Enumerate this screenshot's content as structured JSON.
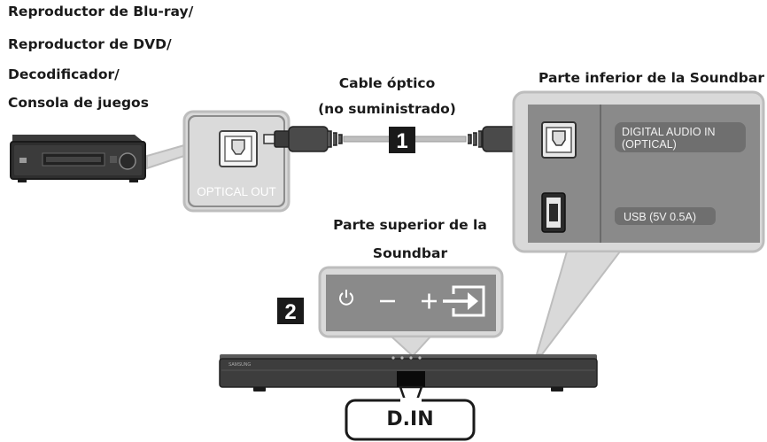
{
  "source_device": {
    "lines": [
      "Reproductor de Blu-ray/",
      "Reproductor de DVD/",
      "Decodificador/",
      "Consola de juegos"
    ],
    "port_label": "OPTICAL OUT"
  },
  "cable": {
    "lines": [
      "Cable óptico",
      "(no suministrado)"
    ],
    "step": "1"
  },
  "soundbar_bottom": {
    "title": "Parte inferior de la Soundbar",
    "digital_in_lines": [
      "DIGITAL AUDIO IN",
      "(OPTICAL)"
    ],
    "usb_label": "USB (5V 0.5A)"
  },
  "soundbar_top": {
    "lines": [
      "Parte superior de la",
      "Soundbar"
    ],
    "step": "2",
    "buttons": [
      "power-icon",
      "minus-icon",
      "plus-icon",
      "source-input-icon"
    ]
  },
  "soundbar": {
    "brand": "SAMSUNG",
    "display": "D.IN"
  },
  "colors": {
    "panel_bg": "#d9d9d9",
    "panel_border": "#bdbdbd",
    "dark_panel": "#7a7a7a",
    "step_badge": "#1a1a1a"
  }
}
